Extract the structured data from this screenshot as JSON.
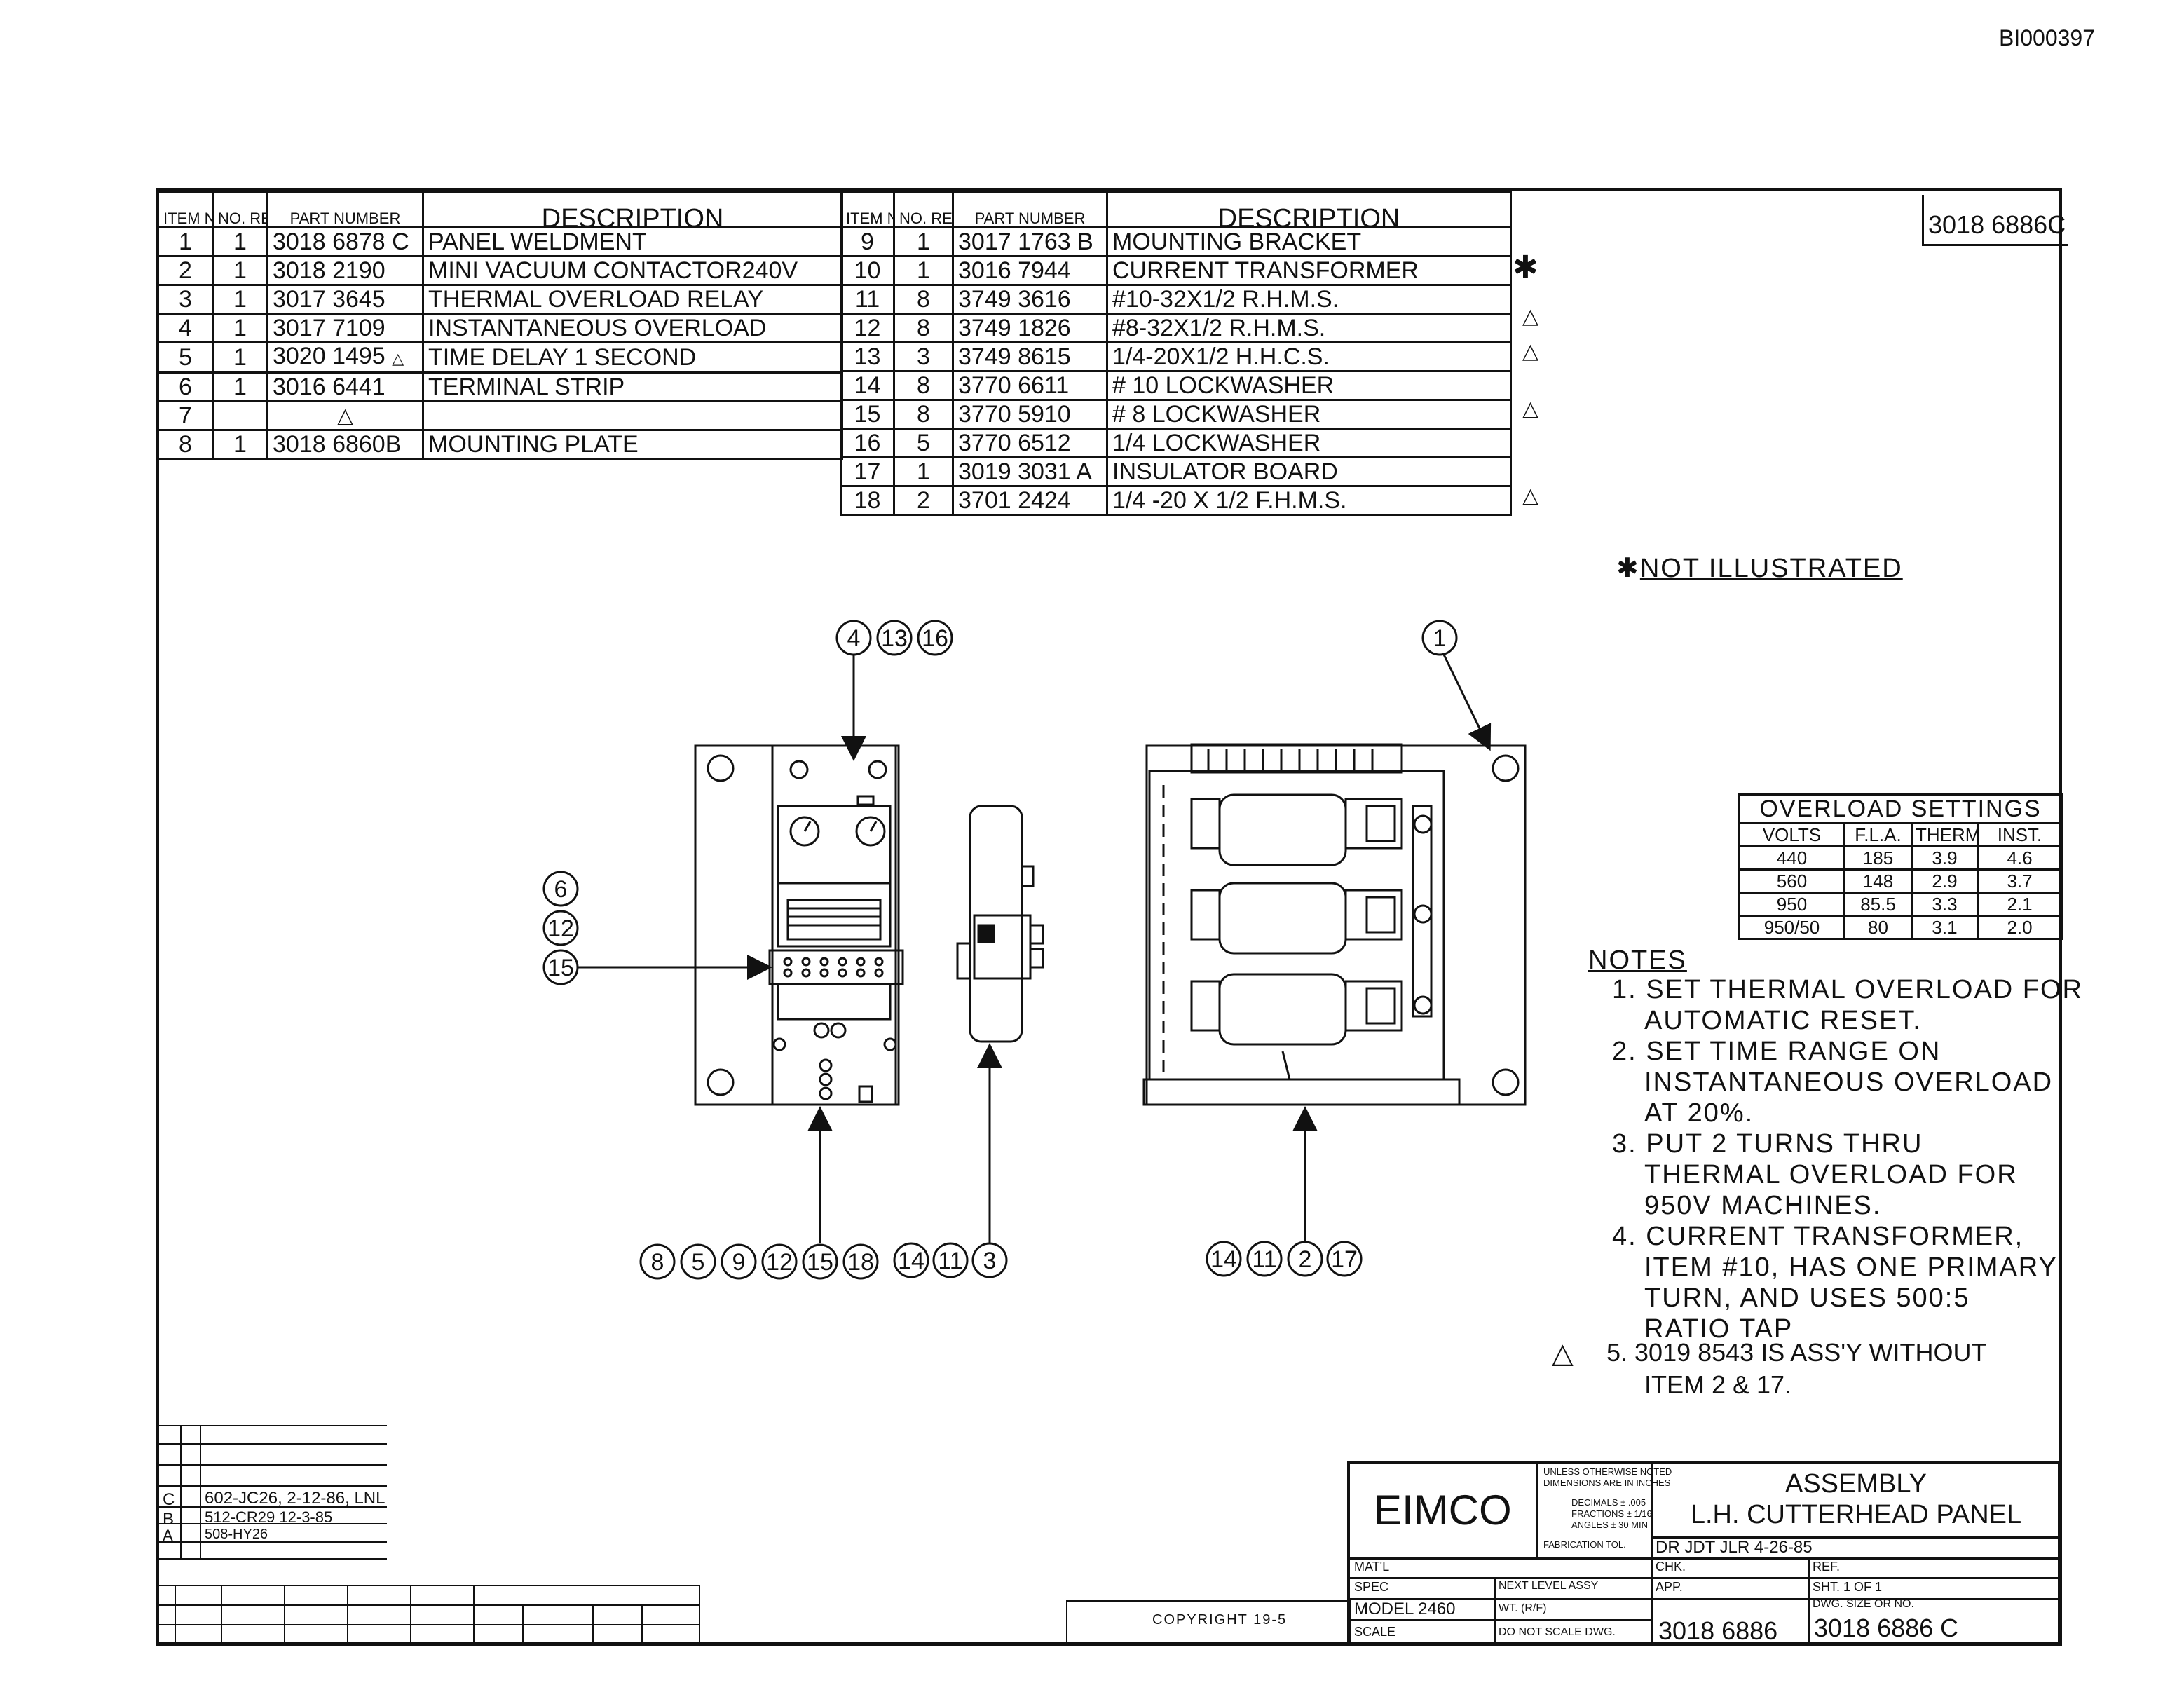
{
  "doc_id": "BI000397",
  "drawing_ref_top_right": "3018 6886C",
  "bom_left": {
    "headers": {
      "item": "ITEM NO.",
      "qty": "NO. REQ'D",
      "part": "PART NUMBER",
      "desc": "DESCRIPTION"
    },
    "rows": [
      {
        "item": "1",
        "qty": "1",
        "part": "3018 6878 C",
        "desc": "PANEL WELDMENT"
      },
      {
        "item": "2",
        "qty": "1",
        "part": "3018 2190",
        "desc": "MINI VACUUM CONTACTOR240V"
      },
      {
        "item": "3",
        "qty": "1",
        "part": "3017 3645",
        "desc": "THERMAL OVERLOAD RELAY"
      },
      {
        "item": "4",
        "qty": "1",
        "part": "3017 7109",
        "desc": "INSTANTANEOUS OVERLOAD"
      },
      {
        "item": "5",
        "qty": "1",
        "part": "3020 1495",
        "desc": "TIME DELAY 1 SECOND"
      },
      {
        "item": "6",
        "qty": "1",
        "part": "3016 6441",
        "desc": "TERMINAL STRIP"
      },
      {
        "item": "7",
        "qty": "",
        "part": "",
        "desc": ""
      },
      {
        "item": "8",
        "qty": "1",
        "part": "3018 6860B",
        "desc": "MOUNTING PLATE"
      }
    ]
  },
  "bom_right": {
    "headers": {
      "item": "ITEM NO.",
      "qty": "NO. REQ'D",
      "part": "PART NUMBER",
      "desc": "DESCRIPTION"
    },
    "rows": [
      {
        "item": "9",
        "qty": "1",
        "part": "3017 1763 B",
        "desc": "MOUNTING BRACKET"
      },
      {
        "item": "10",
        "qty": "1",
        "part": "3016 7944",
        "desc": "CURRENT TRANSFORMER"
      },
      {
        "item": "11",
        "qty": "8",
        "part": "3749 3616",
        "desc": "#10-32X1/2 R.H.M.S."
      },
      {
        "item": "12",
        "qty": "8",
        "part": "3749 1826",
        "desc": "#8-32X1/2 R.H.M.S."
      },
      {
        "item": "13",
        "qty": "3",
        "part": "3749 8615",
        "desc": "1/4-20X1/2 H.H.C.S."
      },
      {
        "item": "14",
        "qty": "8",
        "part": "3770 6611",
        "desc": "# 10 LOCKWASHER"
      },
      {
        "item": "15",
        "qty": "8",
        "part": "3770 5910",
        "desc": "# 8 LOCKWASHER"
      },
      {
        "item": "16",
        "qty": "5",
        "part": "3770 6512",
        "desc": "1/4 LOCKWASHER"
      },
      {
        "item": "17",
        "qty": "1",
        "part": "3019 3031 A",
        "desc": "INSULATOR BOARD"
      },
      {
        "item": "18",
        "qty": "2",
        "part": "3701 2424",
        "desc": "1/4 -20 X 1/2 F.H.M.S."
      }
    ]
  },
  "not_illustrated": "NOT ILLUSTRATED",
  "overload": {
    "title": "OVERLOAD SETTINGS",
    "headers": [
      "VOLTS",
      "F.L.A.",
      "THERM",
      "INST."
    ],
    "rows": [
      [
        "440",
        "185",
        "3.9",
        "4.6"
      ],
      [
        "560",
        "148",
        "2.9",
        "3.7"
      ],
      [
        "950",
        "85.5",
        "3.3",
        "2.1"
      ],
      [
        "950/50",
        "80",
        "3.1",
        "2.0"
      ]
    ]
  },
  "notes": {
    "title": "NOTES",
    "lines": [
      "1. SET THERMAL OVERLOAD FOR",
      "AUTOMATIC RESET.",
      "2. SET TIME RANGE ON",
      "INSTANTANEOUS OVERLOAD",
      "AT 20%.",
      "3. PUT 2 TURNS THRU",
      "THERMAL OVERLOAD FOR",
      "950V MACHINES.",
      "4. CURRENT TRANSFORMER,",
      "ITEM #10, HAS ONE PRIMARY",
      "TURN, AND USES 500:5",
      "RATIO TAP",
      "5. 3019 8543 IS ASS'Y WITHOUT",
      "ITEM 2 & 17."
    ]
  },
  "callouts": {
    "top_mid": [
      "4",
      "13",
      "16"
    ],
    "top_right": [
      "1"
    ],
    "left": [
      "6",
      "12",
      "15"
    ],
    "bottom_left": [
      "8",
      "5",
      "9",
      "12",
      "15",
      "18"
    ],
    "bottom_mid": [
      "14",
      "11",
      "3"
    ],
    "bottom_right": [
      "14",
      "11",
      "2",
      "17"
    ]
  },
  "revisions": [
    {
      "letter": "C",
      "text": "602-JC26, 2-12-86, LNL"
    },
    {
      "letter": "B",
      "text": "512-CR29 12-3-85"
    },
    {
      "letter": "A",
      "text": "508-HY26"
    }
  ],
  "title_block": {
    "company": "EIMCO",
    "tolerance_lines": [
      "UNLESS OTHERWISE NOTED",
      "DIMENSIONS ARE IN INCHES",
      "DECIMALS ± .005",
      "FRACTIONS ± 1/16",
      "ANGLES ± 30 MIN",
      "FABRICATION TOL."
    ],
    "title_1": "ASSEMBLY",
    "title_2": "L.H. CUTTERHEAD PANEL",
    "dr": "DR JDT JLR 4-26-85",
    "matl": "MAT'L",
    "chk": "CHK.",
    "ref": "REF.",
    "spec": "SPEC",
    "next_assy": "NEXT LEVEL ASSY",
    "app": "APP.",
    "sheet": "SHT. 1 OF 1",
    "model": "MODEL 2460",
    "wt": "WT. (R/F)",
    "dwg_label": "DWG. SIZE OR NO.",
    "scale": "SCALE",
    "do_not_scale": "DO NOT SCALE DWG.",
    "number_1": "3018 6886",
    "number_2": "3018 6886 C",
    "copyright": "COPYRIGHT 19-5"
  }
}
